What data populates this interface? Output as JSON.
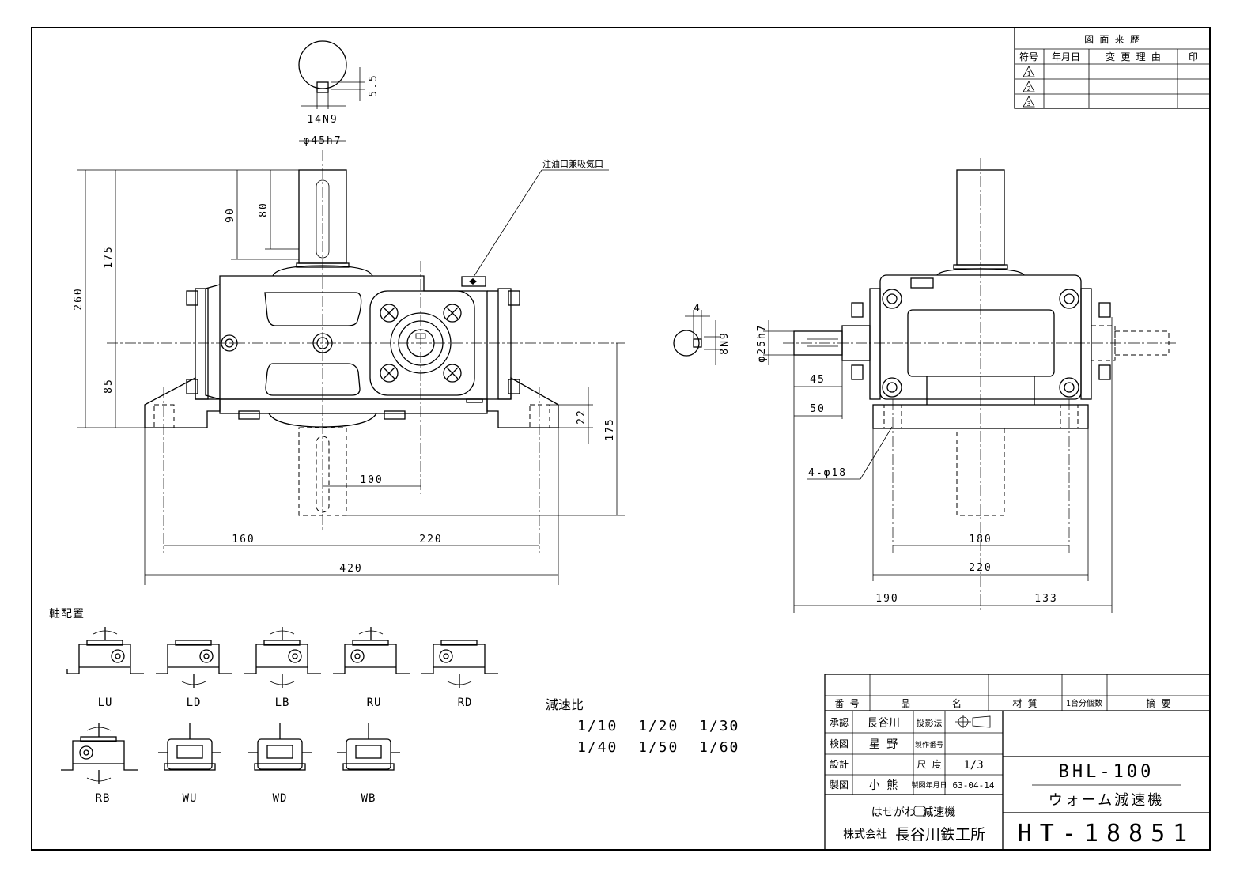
{
  "revision_table": {
    "title": "図 面 来 歴",
    "headers": [
      "符号",
      "年月日",
      "変 更 理 由",
      "印"
    ],
    "rows": [
      "1",
      "2",
      "3"
    ]
  },
  "front_view": {
    "key_detail": {
      "key_width": "14N9",
      "key_depth": "5.5"
    },
    "shaft_dia": "φ45h7",
    "oil_port_note": "注油口兼吸気口",
    "dims": {
      "d260": "260",
      "d175_left": "175",
      "d85": "85",
      "d90": "90",
      "d80": "80",
      "d22": "22",
      "d175_right": "175",
      "d100": "100",
      "d160": "160",
      "d220": "220",
      "d420": "420"
    }
  },
  "key_detail_small": {
    "width": "4",
    "key": "8N9"
  },
  "side_view": {
    "shaft_dia": "φ25h7",
    "hole_note": "4-φ18",
    "dims": {
      "d45": "45",
      "d50": "50",
      "d180": "180",
      "d220": "220",
      "d190": "190",
      "d133": "133"
    }
  },
  "arrangement": {
    "title": "軸配置",
    "items": [
      "LU",
      "LD",
      "LB",
      "RU",
      "RD",
      "RB",
      "WU",
      "WD",
      "WB"
    ]
  },
  "ratio": {
    "title": "減速比",
    "row1": "1/10  1/20  1/30",
    "row2": "1/40  1/50  1/60"
  },
  "title_block": {
    "headers": {
      "no": "番 号",
      "name": "品",
      "name2": "名",
      "material": "材 質",
      "qty": "1台分個数",
      "remarks": "摘 要"
    },
    "approved_label": "承認",
    "approved": "長谷川",
    "projection_label": "投影法",
    "checked_label": "検図",
    "checked": "星 野",
    "maker_no_label": "製作番号",
    "design_label": "設計",
    "scale_label": "尺 度",
    "scale": "1/3",
    "drawn_label": "製図",
    "drawn": "小 熊",
    "date_label": "製図年月日",
    "date": "63-04-14",
    "model": "BHL-100",
    "product": "ウォーム減速機",
    "company_line1": "はせがわ 減速機",
    "company_line2_prefix": "株式会社",
    "company_line2_name": "長谷川鉄工所",
    "drawing_no": "HT-18851"
  }
}
